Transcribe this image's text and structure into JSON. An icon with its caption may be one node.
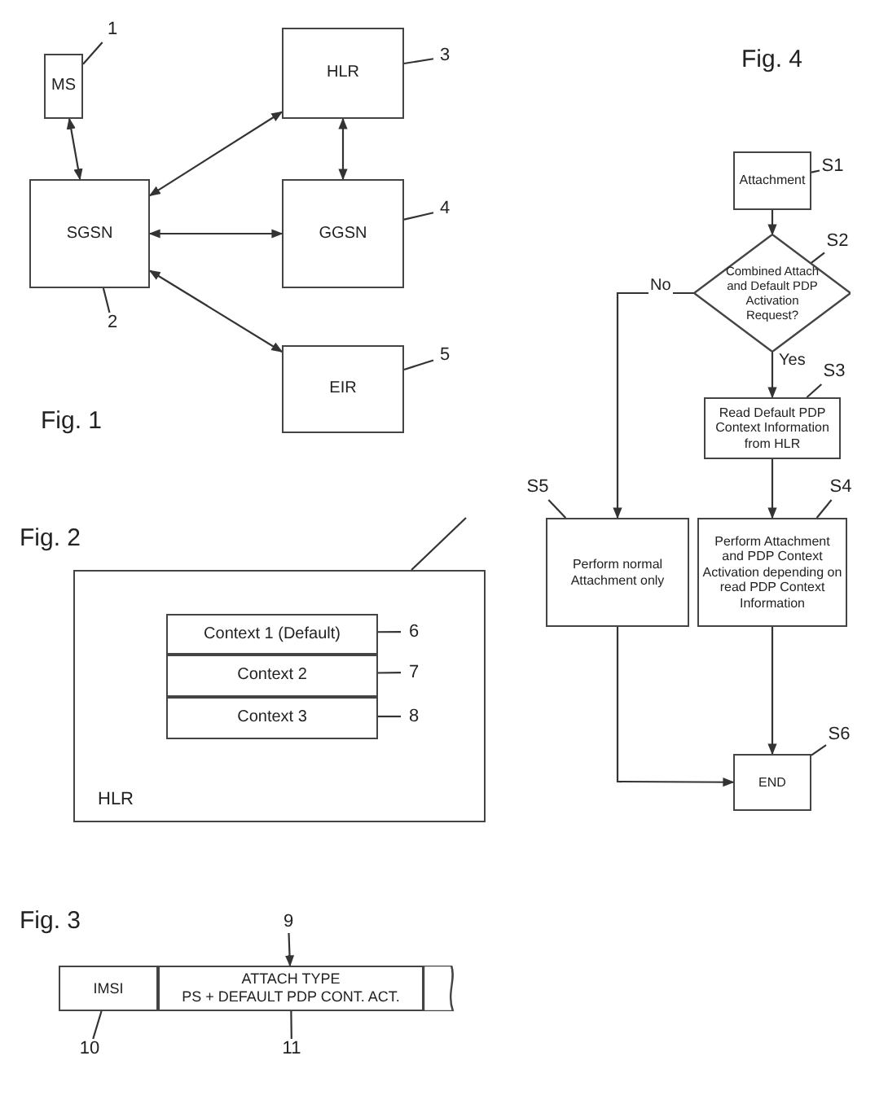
{
  "diagram": {
    "nodes": [
      {
        "text": [
          "MS"
        ]
      },
      {
        "text": [
          "1"
        ]
      },
      {
        "text": [
          "HLR"
        ]
      },
      {
        "text": [
          "3"
        ]
      },
      {
        "text": [
          "SGSN"
        ]
      },
      {
        "text": [
          "2"
        ]
      },
      {
        "text": [
          "GGSN"
        ]
      },
      {
        "text": [
          "4"
        ]
      },
      {
        "text": [
          "EIR"
        ]
      },
      {
        "text": [
          "5"
        ]
      },
      {
        "text": [
          "HLR"
        ]
      },
      {
        "text": [
          "Context 1 (Default)"
        ],
        "in": 10
      },
      {
        "text": [
          "6"
        ],
        "in": 10
      },
      {
        "text": [
          "Context 2"
        ],
        "in": 10
      },
      {
        "text": [
          "7"
        ],
        "in": 10
      },
      {
        "text": [
          "Context 3"
        ],
        "in": 10
      },
      {
        "text": [
          "8"
        ],
        "in": 10
      },
      {
        "text": [
          "IMSI"
        ]
      },
      {
        "text": [
          "ATTACH TYPE",
          "PS + DEFAULT PDP CONT. ACT."
        ]
      },
      {
        "text": [],
        "shape": "box"
      },
      {
        "text": [
          "9"
        ]
      },
      {
        "text": [
          "10"
        ]
      },
      {
        "text": [
          "11"
        ]
      },
      {
        "text": [
          "Attachment"
        ]
      },
      {
        "text": [
          "S1"
        ]
      },
      {
        "text": [
          "Combined Attach and Default PDP Activation Request?"
        ]
      },
      {
        "text": [
          "S2"
        ]
      },
      {
        "text": [
          "Read Default PDP Context Information from HLR"
        ]
      },
      {
        "text": [
          "S3"
        ]
      },
      {
        "text": [
          "Perform normal Attachment only"
        ]
      },
      {
        "text": [
          "S5"
        ]
      },
      {
        "text": [
          "Perform Attachment and PDP Context Activation depending on read PDP Context Information"
        ]
      },
      {
        "text": [
          "S4"
        ]
      },
      {
        "text": [
          "END"
        ]
      },
      {
        "text": [
          "S6"
        ]
      }
    ],
    "edges": [
      {
        "from": 0,
        "to": 4,
        "arrow": "both"
      },
      {
        "from": 4,
        "to": 2,
        "arrow": "both"
      },
      {
        "from": 2,
        "to": 6,
        "arrow": "both"
      },
      {
        "from": 4,
        "to": 6,
        "arrow": "both"
      },
      {
        "from": 4,
        "to": 8,
        "arrow": "both"
      },
      {
        "from": 1,
        "to": 0,
        "arrow": "none"
      },
      {
        "from": 3,
        "to": 2,
        "arrow": "none"
      },
      {
        "from": 5,
        "to": 4,
        "arrow": "none"
      },
      {
        "from": 7,
        "to": 6,
        "arrow": "none"
      },
      {
        "from": 9,
        "to": 8,
        "arrow": "none"
      },
      {
        "from": null,
        "to": 10,
        "arrow": "none"
      },
      {
        "from": 12,
        "to": 11,
        "arrow": "none"
      },
      {
        "from": 14,
        "to": 13,
        "arrow": "none"
      },
      {
        "from": 16,
        "to": 15,
        "arrow": "none"
      },
      {
        "from": 20,
        "to": 18,
        "arrow": "to"
      },
      {
        "from": 21,
        "to": 17,
        "arrow": "none"
      },
      {
        "from": 22,
        "to": 18,
        "arrow": "none"
      },
      {
        "from": 23,
        "to": 25,
        "arrow": "to"
      },
      {
        "from": 25,
        "to": 29,
        "label": "No",
        "arrow": "to"
      },
      {
        "from": 25,
        "to": 27,
        "label": "Yes",
        "arrow": "to"
      },
      {
        "from": 27,
        "to": 31,
        "arrow": "to"
      },
      {
        "from": 29,
        "to": 33,
        "arrow": "to"
      },
      {
        "from": 31,
        "to": 33,
        "arrow": "to"
      },
      {
        "from": 24,
        "to": 23,
        "arrow": "none"
      },
      {
        "from": 26,
        "to": 25,
        "arrow": "none"
      },
      {
        "from": 28,
        "to": 27,
        "arrow": "none"
      },
      {
        "from": 30,
        "to": 29,
        "arrow": "none"
      },
      {
        "from": 32,
        "to": 31,
        "arrow": "none"
      },
      {
        "from": 34,
        "to": 33,
        "arrow": "none"
      }
    ],
    "labels": [
      "Fig. 1",
      "Fig. 2",
      "Fig. 3",
      "Fig. 4"
    ]
  }
}
